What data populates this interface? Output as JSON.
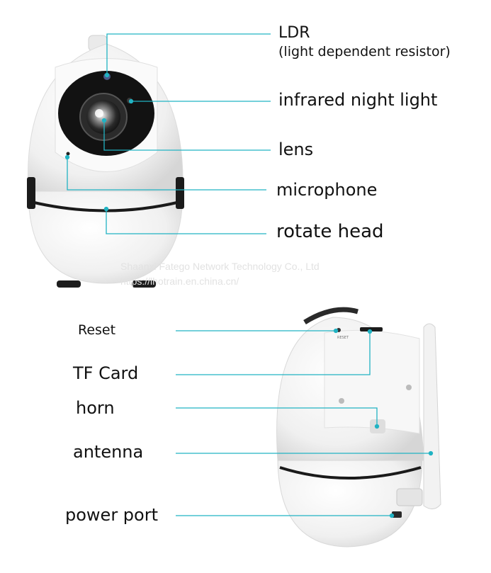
{
  "labels": {
    "ldr_title": "LDR",
    "ldr_sub": "(light dependent resistor)",
    "infrared": "infrared night light",
    "lens": "lens",
    "microphone": "microphone",
    "rotate_head": "rotate head",
    "reset": "Reset",
    "tf_card": "TF Card",
    "horn": "horn",
    "antenna": "antenna",
    "power_port": "power port"
  },
  "camera_text": {
    "reset_tiny": "RESET"
  },
  "watermark": {
    "line1": "Shaanxi Fatego Network Technology Co., Ltd",
    "line2": "https://lhotrain.en.china.cn/"
  },
  "colors": {
    "leader": "#21b3c3",
    "camera_body": "#f4f4f4",
    "camera_dark": "#1a1a1a"
  }
}
